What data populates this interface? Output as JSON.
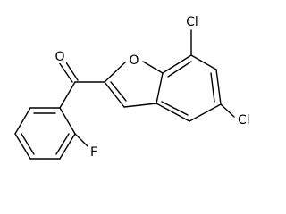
{
  "diagram": {
    "type": "skeletal-structure",
    "atoms": {
      "carbonyl_oxygen": "O",
      "ring_oxygen": "O",
      "chlorine_7": "Cl",
      "chlorine_5": "Cl",
      "fluorine": "F"
    },
    "bond_color": "#000000",
    "background": "#ffffff"
  }
}
